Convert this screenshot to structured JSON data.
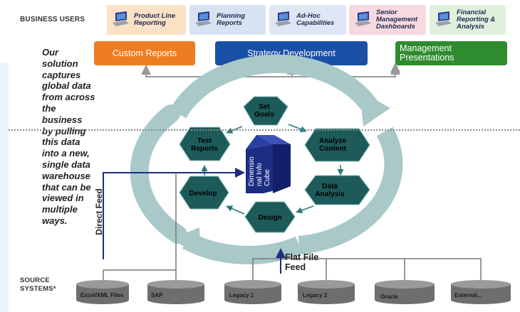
{
  "header": {
    "business_users_label": "BUSINESS USERS"
  },
  "business_users": [
    {
      "label": "Product Line\nReporting",
      "bg": "#fbe1c6"
    },
    {
      "label": "Planning\nReports",
      "bg": "#d7e3f3"
    },
    {
      "label": "Ad-Hoc\nCapabilities",
      "bg": "#dfe7f6"
    },
    {
      "label": "Senior\nManagement\nDashboards",
      "bg": "#f7d9e0"
    },
    {
      "label": "Financial\nReporting &\nAnalysis",
      "bg": "#e0f0dc"
    }
  ],
  "output_bars": [
    {
      "label": "Custom Reports",
      "color": "#ee7d21"
    },
    {
      "label": "Strategy Development",
      "color": "#1a4fa6"
    },
    {
      "label": "Management\nPresentations",
      "color": "#2e8b2e"
    }
  ],
  "blurb": "Our solution captures global data from across the business by pulling this data into a new, single data warehouse that can be viewed in multiple ways.",
  "cycle": {
    "steps": [
      "Set\nGoals",
      "Analyze\nContent",
      "Data\nAnalysis",
      "Design",
      "Develop",
      "Test\nReports"
    ],
    "cube_label": "Dimensio\nnal Info\nCube"
  },
  "direct_feed_label": "Direct Feed",
  "flat_file_feed_label": "Flat File\nFeed",
  "source_systems": {
    "label": "SOURCE\nSYSTEMS*",
    "items": [
      "Excel/XML Files",
      "SAP",
      "Legacy 1",
      "Legacy 2",
      "Oracle",
      "External..."
    ]
  },
  "colors": {
    "hexagon": "#1d5a5a",
    "cycle_ring": "#a9c9c9",
    "cube": "#1c2d82",
    "feed_line": "#1c2d82",
    "cylinder": "#666666"
  }
}
